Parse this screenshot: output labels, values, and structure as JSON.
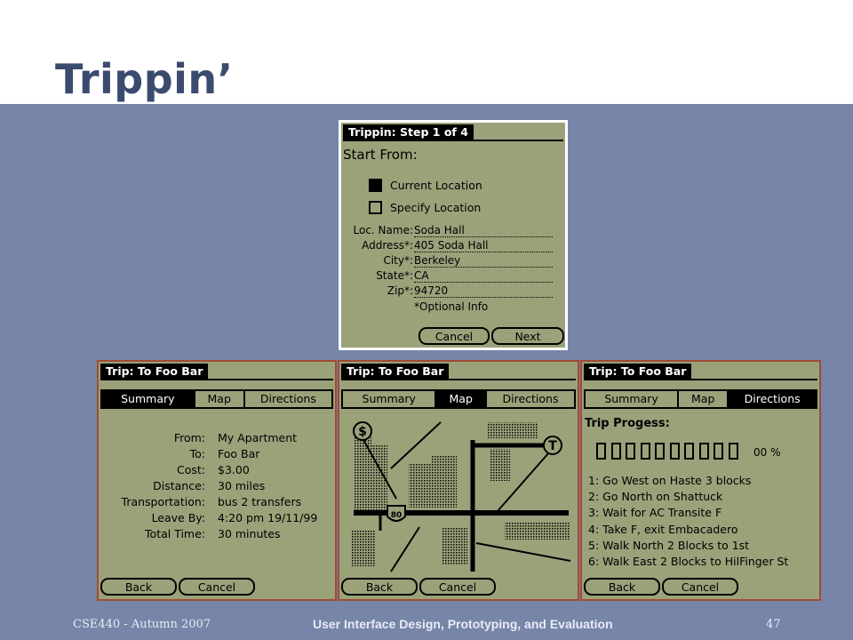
{
  "slide": {
    "title": "Trippin’",
    "footer_left": "CSE440 - Autumn 2007",
    "footer_center": "User Interface Design, Prototyping, and Evaluation",
    "page_number": "47"
  },
  "step_screen": {
    "title": "Trippin: Step 1 of 4",
    "start_from": "Start From:",
    "options": [
      {
        "label": "Current Location",
        "checked": true
      },
      {
        "label": "Specify Location",
        "checked": false
      }
    ],
    "fields": [
      {
        "label": "Loc. Name:",
        "value": "Soda Hall"
      },
      {
        "label": "Address*:",
        "value": "405 Soda Hall"
      },
      {
        "label": "City*:",
        "value": "Berkeley"
      },
      {
        "label": "State*:",
        "value": "CA"
      },
      {
        "label": "Zip*:",
        "value": "94720"
      }
    ],
    "optional_note": "*Optional Info",
    "cancel_label": "Cancel",
    "next_label": "Next"
  },
  "tabs": [
    "Summary",
    "Map",
    "Directions"
  ],
  "summary_screen": {
    "title": "Trip: To Foo Bar",
    "rows": [
      {
        "label": "From:",
        "value": "My Apartment"
      },
      {
        "label": "To:",
        "value": "Foo Bar"
      },
      {
        "label": "Cost:",
        "value": "$3.00"
      },
      {
        "label": "Distance:",
        "value": "30 miles"
      },
      {
        "label": "Transportation:",
        "value": "bus 2 transfers"
      },
      {
        "label": "Leave By:",
        "value": "4:20 pm 19/11/99"
      },
      {
        "label": "Total Time:",
        "value": "30 minutes"
      }
    ],
    "back_label": "Back",
    "cancel_label": "Cancel"
  },
  "map_screen": {
    "title": "Trip: To Foo Bar",
    "start_marker": "$",
    "highway_marker": "80",
    "end_marker": "T",
    "back_label": "Back",
    "cancel_label": "Cancel"
  },
  "directions_screen": {
    "title": "Trip: To Foo Bar",
    "progress_label": "Trip Progess:",
    "progress_percent": "00 %",
    "progress_value": 0,
    "steps": [
      "1:  Go West on Haste 3 blocks",
      "2:  Go North on Shattuck",
      "3:  Wait for AC Transite F",
      "4:  Take F, exit Embacadero",
      "5:  Walk North 2 Blocks to 1st",
      "6:  Walk East 2 Blocks to HilFinger St"
    ],
    "back_label": "Back",
    "cancel_label": "Cancel"
  },
  "colors": {
    "slide_blue": "#7685a8",
    "title_navy": "#3b4b6e",
    "lcd_green": "#9aa27a",
    "frame_red": "#a34a34"
  }
}
